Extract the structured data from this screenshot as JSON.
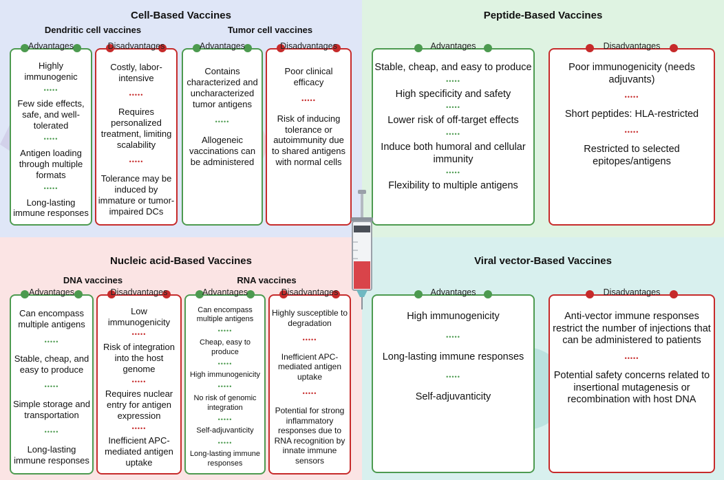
{
  "cell": {
    "title": "Cell-Based Vaccines",
    "dendritic": {
      "title": "Dendritic cell vaccines",
      "adv_label": "Advantages",
      "advantages": [
        "Highly immunogenic",
        "Few side effects, safe, and well-tolerated",
        "Antigen loading through multiple formats",
        "Long-lasting immune responses"
      ],
      "dis_label": "Disadvantages",
      "disadvantages": [
        "Costly, labor-intensive",
        "Requires personalized treatment, limiting scalability",
        "Tolerance may be induced by immature or tumor-impaired DCs"
      ]
    },
    "tumor": {
      "title": "Tumor cell vaccines",
      "adv_label": "Advantages",
      "advantages": [
        "Contains characterized and uncharacterized tumor antigens",
        "Allogeneic vaccinations can be administered"
      ],
      "dis_label": "Disadvantages",
      "disadvantages": [
        "Poor clinical efficacy",
        "Risk of inducing tolerance or autoimmunity due to shared antigens with normal cells"
      ]
    }
  },
  "peptide": {
    "title": "Peptide-Based Vaccines",
    "adv_label": "Advantages",
    "advantages": [
      "Stable, cheap, and easy to produce",
      "High specificity and safety",
      "Lower risk of off-target effects",
      "Induce both humoral and cellular immunity",
      "Flexibility to multiple antigens"
    ],
    "dis_label": "Disadvantages",
    "disadvantages": [
      "Poor immunogenicity (needs adjuvants)",
      "Short peptides: HLA-restricted",
      "Restricted to selected epitopes/antigens"
    ]
  },
  "nucleic": {
    "title": "Nucleic acid-Based Vaccines",
    "dna": {
      "title": "DNA vaccines",
      "adv_label": "Advantages",
      "advantages": [
        "Can encompass multiple antigens",
        "Stable, cheap, and easy to produce",
        "Simple storage and transportation",
        "Long-lasting immune responses"
      ],
      "dis_label": "Disadvantages",
      "disadvantages": [
        "Low immunogenicity",
        "Risk of integration into the host genome",
        "Requires nuclear entry for antigen expression",
        "Inefficient APC-mediated antigen uptake"
      ]
    },
    "rna": {
      "title": "RNA vaccines",
      "adv_label": "Advantages",
      "advantages": [
        "Can encompass multiple antigens",
        "Cheap, easy to produce",
        "High immunogenicity",
        "No risk of genomic integration",
        "Self-adjuvanticity",
        "Long-lasting immune responses"
      ],
      "dis_label": "Disadvantages",
      "disadvantages": [
        "Highly susceptible to degradation",
        "Inefficient APC-mediated antigen uptake",
        "Potential for strong inflammatory responses due to RNA recognition by innate immune sensors"
      ]
    }
  },
  "viral": {
    "title": "Viral vector-Based Vaccines",
    "adv_label": "Advantages",
    "advantages": [
      "High immunogenicity",
      "Long-lasting immune responses",
      "Self-adjuvanticity"
    ],
    "dis_label": "Disadvantages",
    "disadvantages": [
      "Anti-vector immune responses restrict the number of injections that can be administered to patients",
      "Potential safety concerns related to insertional mutagenesis or recombination with host DNA"
    ]
  },
  "colors": {
    "advantage": "#4c9a4f",
    "disadvantage": "#c62a2a",
    "separator_dots": "•••••"
  }
}
